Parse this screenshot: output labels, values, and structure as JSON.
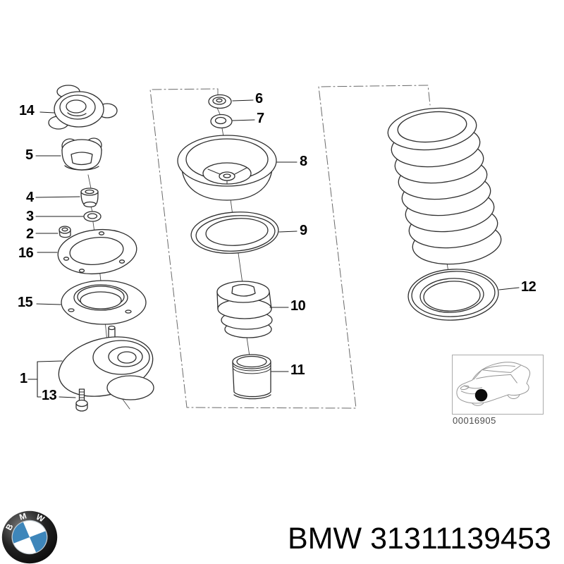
{
  "diagram": {
    "callouts": [
      {
        "label": "14"
      },
      {
        "label": "5"
      },
      {
        "label": "4"
      },
      {
        "label": "3"
      },
      {
        "label": "2"
      },
      {
        "label": "16"
      },
      {
        "label": "15"
      },
      {
        "label": "1"
      },
      {
        "label": "13"
      },
      {
        "label": "6"
      },
      {
        "label": "7"
      },
      {
        "label": "8"
      },
      {
        "label": "9"
      },
      {
        "label": "10"
      },
      {
        "label": "11"
      },
      {
        "label": "12"
      }
    ],
    "thumbnail_code": "00016905"
  },
  "footer": {
    "brand": "BMW",
    "part_number": "31311139453",
    "logo_letters": [
      "B",
      "M",
      "W"
    ]
  },
  "colors": {
    "line": "#2e2e2e",
    "logo_blue": "#3e86ba"
  }
}
